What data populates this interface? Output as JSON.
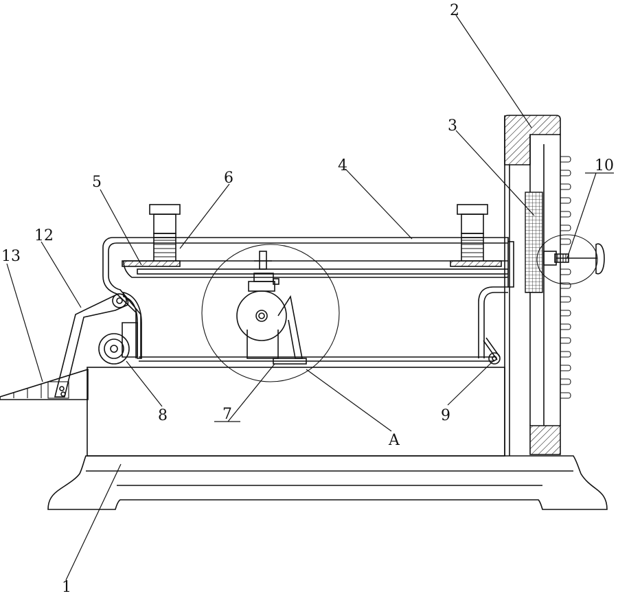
{
  "labels": {
    "l1": "1",
    "l2": "2",
    "l3": "3",
    "l4": "4",
    "l5": "5",
    "l6": "6",
    "l7": "7",
    "l8": "8",
    "l9": "9",
    "l10": "10",
    "l12": "12",
    "l13": "13",
    "lA": "A"
  }
}
